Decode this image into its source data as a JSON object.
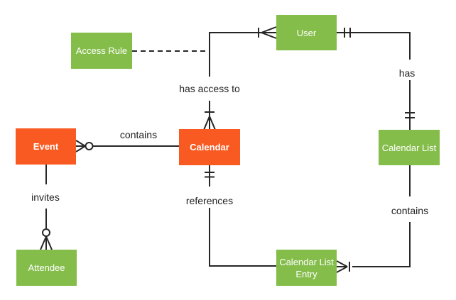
{
  "colors": {
    "green": "#85BD4B",
    "orange": "#F85A22",
    "line": "#262626",
    "label_text": "#212121"
  },
  "entities": {
    "access_rule": {
      "label": "Access Rule",
      "color": "green"
    },
    "user": {
      "label": "User",
      "color": "green"
    },
    "event": {
      "label": "Event",
      "color": "orange"
    },
    "calendar": {
      "label": "Calendar",
      "color": "orange"
    },
    "calendar_list": {
      "label": "Calendar List",
      "color": "green"
    },
    "attendee": {
      "label": "Attendee",
      "color": "green"
    },
    "calendar_list_entry": {
      "label": "Calendar List Entry",
      "color": "green"
    }
  },
  "relationships": {
    "event_contains": {
      "label": "contains",
      "from": "Calendar",
      "to": "Event",
      "cardinality": "zero or many"
    },
    "invites": {
      "label": "invites",
      "from": "Event",
      "to": "Attendee",
      "cardinality": "zero or many"
    },
    "has_access_to": {
      "label": "has access to",
      "from": "User",
      "to": "Calendar",
      "cardinality": "one or many"
    },
    "has": {
      "label": "has",
      "from": "User",
      "to": "Calendar List",
      "cardinality": "one and only one"
    },
    "list_contains": {
      "label": "contains",
      "from": "Calendar List",
      "to": "Calendar List Entry",
      "cardinality": "one or many"
    },
    "references": {
      "label": "references",
      "from": "Calendar List Entry",
      "to": "Calendar",
      "cardinality": "one and only one"
    },
    "access_rule_link": {
      "label": "",
      "from": "Access Rule",
      "to": "User / Calendar",
      "style": "dashed"
    }
  }
}
